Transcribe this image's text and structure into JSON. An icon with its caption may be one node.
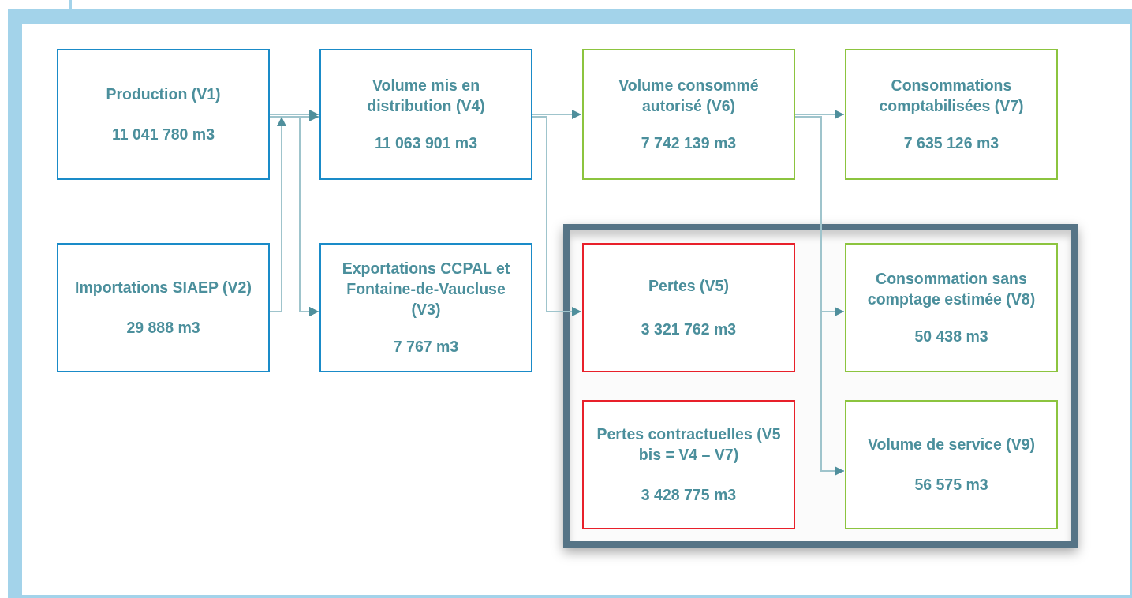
{
  "diagram": {
    "nodes": [
      {
        "text": [
          "Production (V1)",
          "11 041 780 m3"
        ]
      },
      {
        "text": [
          "Volume mis en distribution (V4)",
          "11 063 901 m3"
        ]
      },
      {
        "text": [
          "Volume consommé autorisé (V6)",
          "7 742 139 m3"
        ]
      },
      {
        "text": [
          "Consommations comptabilisées (V7)",
          "7 635 126 m3"
        ]
      },
      {
        "text": [
          "Importations SIAEP (V2)",
          "29 888 m3"
        ]
      },
      {
        "text": [
          "Exportations CCPAL et Fontaine-de-Vaucluse (V3)",
          "7 767 m3"
        ]
      },
      {
        "text": [],
        "shape": "box"
      },
      {
        "text": [
          "Pertes (V5)",
          "3 321 762 m3"
        ],
        "in": 6
      },
      {
        "text": [
          "Consommation sans comptage estimée (V8)",
          "50 438 m3"
        ],
        "in": 6
      },
      {
        "text": [
          "Pertes contractuelles (V5 bis = V4 – V7)",
          "3 428 775 m3"
        ],
        "in": 6
      },
      {
        "text": [
          "Volume de service (V9)",
          "56 575 m3"
        ],
        "in": 6
      }
    ],
    "edges": [
      {
        "from": 0,
        "to": 1,
        "arrow": "to"
      },
      {
        "from": 0,
        "to": 5,
        "arrow": "to"
      },
      {
        "from": 4,
        "to": 1,
        "arrow": "to"
      },
      {
        "from": 4,
        "to": 5,
        "arrow": "to"
      },
      {
        "from": 1,
        "to": 2,
        "arrow": "to"
      },
      {
        "from": 1,
        "to": 7,
        "arrow": "to"
      },
      {
        "from": 2,
        "to": 3,
        "arrow": "to"
      },
      {
        "from": 2,
        "to": 8,
        "arrow": "to"
      },
      {
        "from": 2,
        "to": 10,
        "arrow": "to"
      }
    ]
  }
}
